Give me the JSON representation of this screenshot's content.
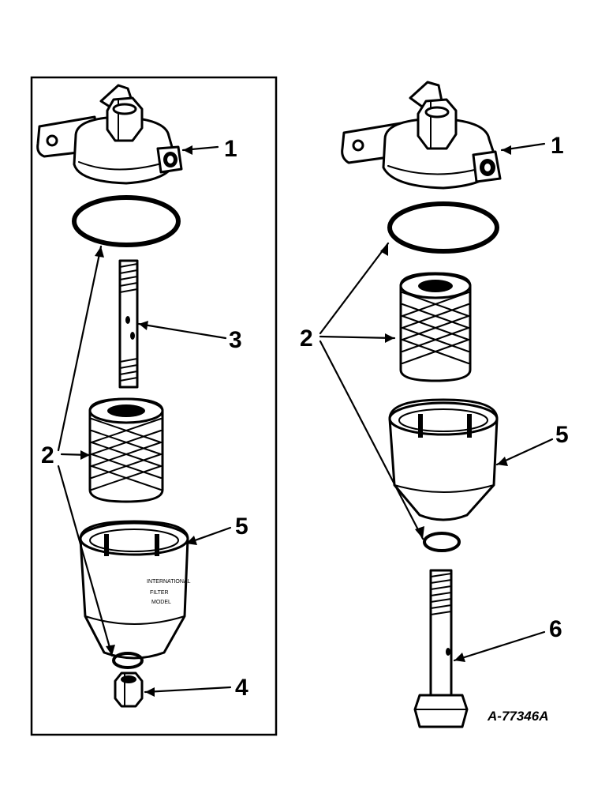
{
  "figure_id": "A-77346A",
  "left_assembly": {
    "callouts": {
      "head": "1",
      "gaskets": "2",
      "stud": "3",
      "nut": "4",
      "bowl": "5"
    },
    "bowl_label_lines": [
      "INTERNATIONAL",
      "FILTER",
      "MODEL"
    ]
  },
  "right_assembly": {
    "callouts": {
      "head": "1",
      "gaskets": "2",
      "bowl": "5",
      "bolt": "6"
    }
  },
  "colors": {
    "ink": "#000000",
    "paper": "#ffffff"
  }
}
